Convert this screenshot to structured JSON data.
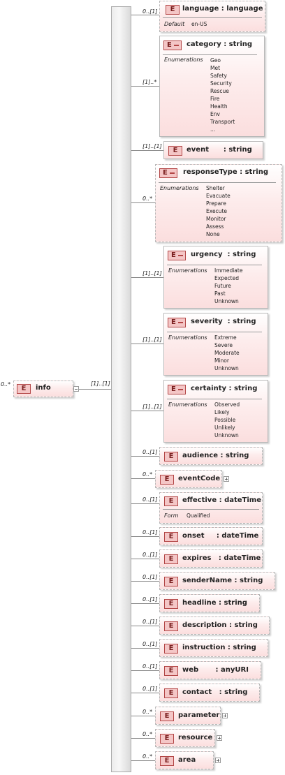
{
  "root": {
    "name": "info",
    "multiplicity": "0..*",
    "connector_multiplicity": "[1]..[1]",
    "badge": "E"
  },
  "facet_labels": {
    "default": "Default",
    "enumerations": "Enumerations",
    "form": "Form"
  },
  "elements": [
    {
      "name": "language : language",
      "multiplicity": "0..[1]",
      "default": "en-US"
    },
    {
      "name": "category : string",
      "multiplicity": "[1]..*",
      "enumerations": [
        "Geo",
        "Met",
        "Safety",
        "Security",
        "Rescue",
        "Fire",
        "Health",
        "Env",
        "Transport",
        "..."
      ]
    },
    {
      "name": "event      : string",
      "multiplicity": "[1]..[1]"
    },
    {
      "name": "responseType : string",
      "multiplicity": "0..*",
      "enumerations": [
        "Shelter",
        "Evacuate",
        "Prepare",
        "Execute",
        "Monitor",
        "Assess",
        "None"
      ]
    },
    {
      "name": "urgency  : string",
      "multiplicity": "[1]..[1]",
      "enumerations": [
        "Immediate",
        "Expected",
        "Future",
        "Past",
        "Unknown"
      ]
    },
    {
      "name": "severity  : string",
      "multiplicity": "[1]..[1]",
      "enumerations": [
        "Extreme",
        "Severe",
        "Moderate",
        "Minor",
        "Unknown"
      ]
    },
    {
      "name": "certainty : string",
      "multiplicity": "[1]..[1]",
      "enumerations": [
        "Observed",
        "Likely",
        "Possible",
        "Unlikely",
        "Unknown"
      ]
    },
    {
      "name": "audience : string",
      "multiplicity": "0..[1]"
    },
    {
      "name": "eventCode",
      "multiplicity": "0..*"
    },
    {
      "name": "effective : dateTime",
      "multiplicity": "0..[1]",
      "form": "Qualified"
    },
    {
      "name": "onset     : dateTime",
      "multiplicity": "0..[1]"
    },
    {
      "name": "expires   : dateTime",
      "multiplicity": "0..[1]"
    },
    {
      "name": "senderName : string",
      "multiplicity": "0..[1]"
    },
    {
      "name": "headline : string",
      "multiplicity": "0..[1]"
    },
    {
      "name": "description : string",
      "multiplicity": "0..[1]"
    },
    {
      "name": "instruction : string",
      "multiplicity": "0..[1]"
    },
    {
      "name": "web       : anyURI",
      "multiplicity": "0..[1]"
    },
    {
      "name": "contact   : string",
      "multiplicity": "0..[1]"
    },
    {
      "name": "parameter",
      "multiplicity": "0..*"
    },
    {
      "name": "resource",
      "multiplicity": "0..*"
    },
    {
      "name": "area",
      "multiplicity": "0..*"
    }
  ],
  "badge_letter": "E"
}
